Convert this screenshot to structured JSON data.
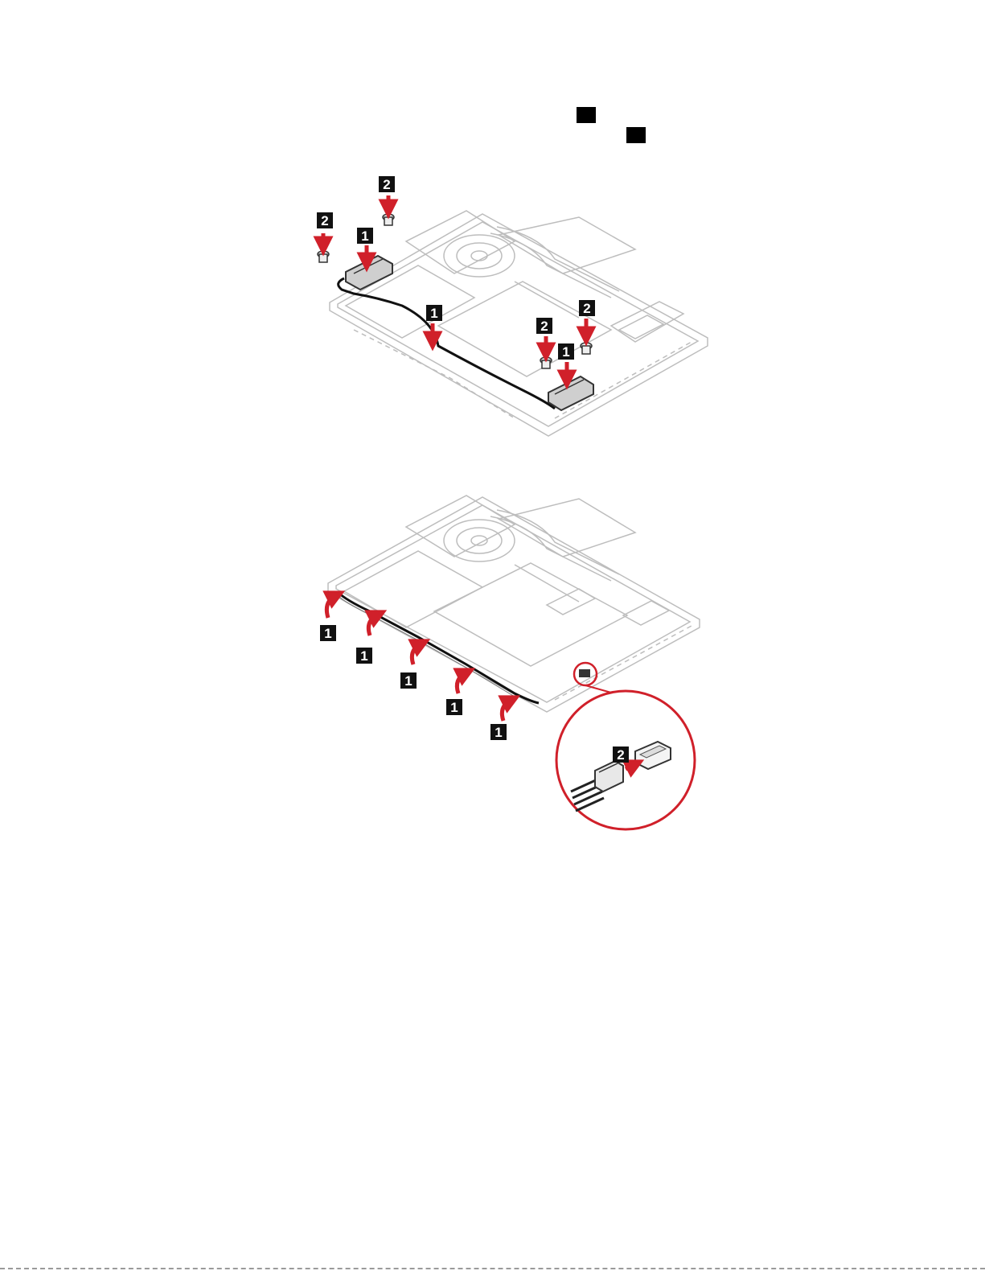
{
  "figure_1": {
    "callouts": [
      "2",
      "2",
      "1",
      "1",
      "2",
      "2",
      "1"
    ]
  },
  "figure_2": {
    "callouts": [
      "1",
      "1",
      "1",
      "1",
      "1",
      "2"
    ]
  },
  "colors": {
    "arrow": "#d0202a",
    "callout_bg": "#111111",
    "line": "#bdbdbd",
    "cable": "#111111"
  }
}
